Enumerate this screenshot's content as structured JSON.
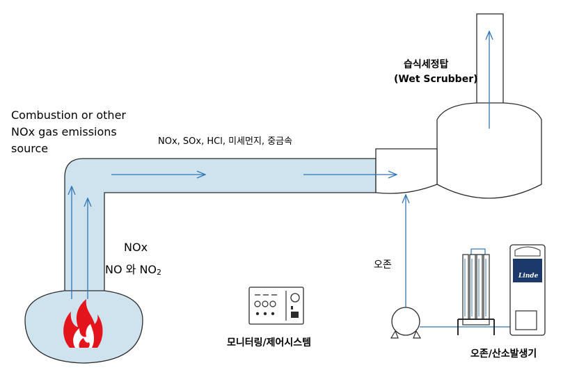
{
  "labels": {
    "source_line1": "Combustion or other",
    "source_line2": "NOx gas emissions",
    "source_line3": "source",
    "gases": "NOx, SOx, HCl, 미세먼지, 중금속",
    "nox_title": "NOx",
    "nox_species_prefix": "NO 와 NO",
    "nox_species_sub": "2",
    "scrubber_korean": "습식세정탑",
    "scrubber_english": "(Wet Scrubber)",
    "ozone": "오존",
    "monitoring": "모니터링/제어시스템",
    "generator": "오존/산소발생기",
    "generator_brand": "Linde"
  },
  "colors": {
    "duct_fill": "#cfe3ef",
    "outline": "#2b2b2b",
    "arrow": "#2e75b6",
    "flame_red": "#e3141c",
    "cylinder_navy": "#1b3a6b"
  },
  "icons": [
    "flame-icon",
    "control-panel-icon",
    "ozone-pump-icon",
    "ozone-generator-icon",
    "linde-logo"
  ]
}
